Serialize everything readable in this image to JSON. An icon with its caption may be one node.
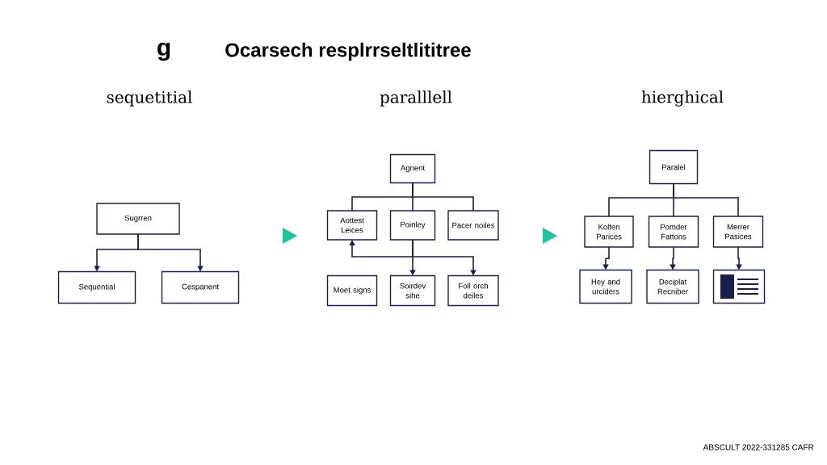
{
  "diagram": {
    "title": "Ocarsech resplrrseltlititree",
    "nodes": [
      {
        "text": [
          "Sugrren"
        ]
      },
      {
        "text": [
          "Sequential"
        ]
      },
      {
        "text": [
          "Cespanent"
        ]
      },
      {
        "text": [
          "Agnent"
        ]
      },
      {
        "text": [
          "Aottest Leices"
        ]
      },
      {
        "text": [
          "Poinley"
        ]
      },
      {
        "text": [
          "Pacer noiles"
        ]
      },
      {
        "text": [
          "Moet signs"
        ]
      },
      {
        "text": [
          "Soirdev sihe"
        ]
      },
      {
        "text": [
          "Foll orch deiles"
        ]
      },
      {
        "text": [
          "Paralel"
        ]
      },
      {
        "text": [
          "Kolten Parices"
        ]
      },
      {
        "text": [
          "Pomder Fattons"
        ]
      },
      {
        "text": [
          "Merrer Pasices"
        ]
      },
      {
        "text": [
          "Hey and urciders"
        ]
      },
      {
        "text": [
          "Deciplat Recniber"
        ]
      },
      {
        "text": [],
        "shape": "box"
      }
    ],
    "edges": [
      {
        "from": 0,
        "to": 1,
        "arrow": "to"
      },
      {
        "from": 0,
        "to": 2,
        "arrow": "to"
      },
      {
        "from": 3,
        "to": 4,
        "arrow": "none"
      },
      {
        "from": 3,
        "to": 5,
        "arrow": "none"
      },
      {
        "from": 3,
        "to": 6,
        "arrow": "none"
      },
      {
        "from": 5,
        "to": 4,
        "arrow": "to"
      },
      {
        "from": 5,
        "to": 8,
        "arrow": "to"
      },
      {
        "from": 5,
        "to": 9,
        "arrow": "to"
      },
      {
        "from": 10,
        "to": 11,
        "arrow": "none"
      },
      {
        "from": 10,
        "to": 12,
        "arrow": "none"
      },
      {
        "from": 10,
        "to": 13,
        "arrow": "none"
      },
      {
        "from": 11,
        "to": 14,
        "arrow": "to"
      },
      {
        "from": 12,
        "to": 15,
        "arrow": "to"
      },
      {
        "from": 13,
        "to": 16,
        "arrow": "to"
      }
    ],
    "labels": [
      "g",
      "sequetitial",
      "paralllell",
      "hierghical",
      "ABSCULT 2022-331285 CAFR"
    ]
  }
}
